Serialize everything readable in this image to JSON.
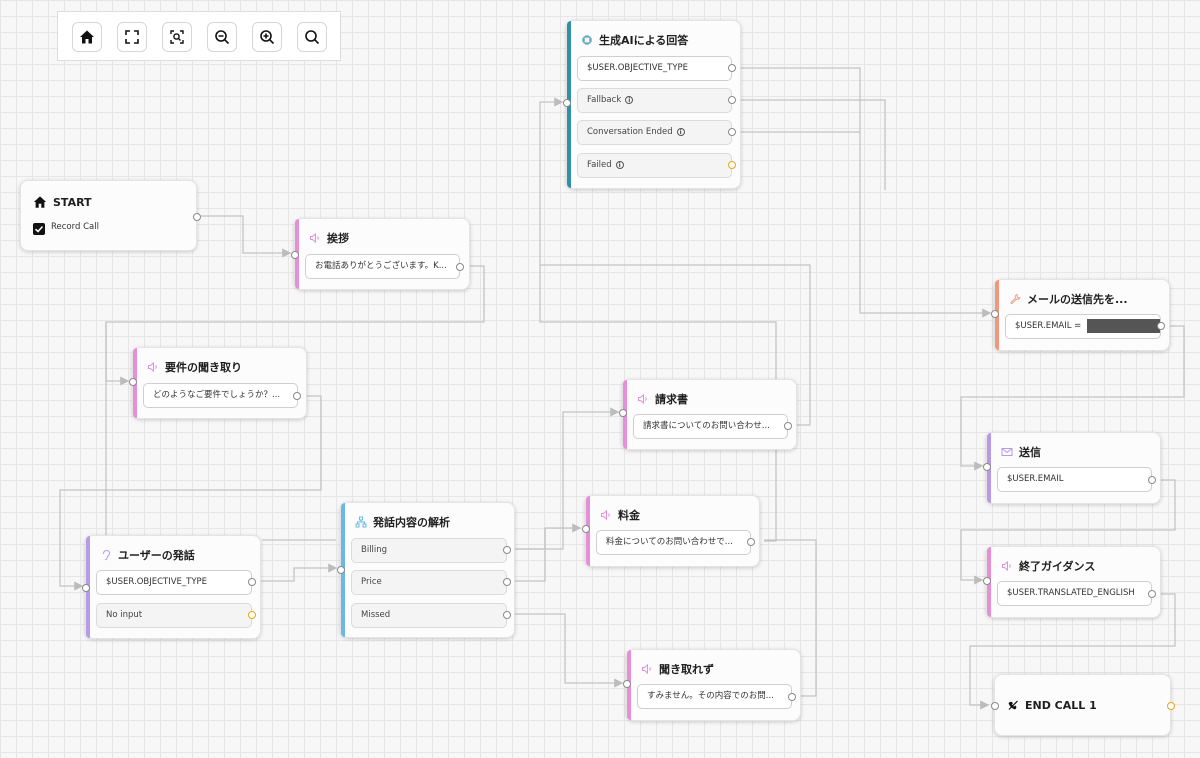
{
  "toolbar": {
    "buttons": [
      "home-icon",
      "fit-screen-icon",
      "focus-icon",
      "zoom-out-icon",
      "zoom-in-icon",
      "search-icon"
    ]
  },
  "colors": {
    "speak": "#e58fd8",
    "input": "#b89be6",
    "classify": "#6cb8e4",
    "ai": "#2f8fa8",
    "variable": "#f0977c",
    "email": "#b69ae6",
    "port_default": "#8a8a8a",
    "port_error": "#e6a817"
  },
  "nodes": {
    "start": {
      "title": "START",
      "record_call": "Record Call",
      "icon": "home-icon"
    },
    "greeting": {
      "title": "挨拶",
      "text": "お電話ありがとうございます。K...",
      "icon": "speaker-icon"
    },
    "ask": {
      "title": "要件の聞き取り",
      "text": "どのようなご要件でしょうか？...",
      "icon": "speaker-icon"
    },
    "user": {
      "title": "ユーザーの発話",
      "var": "$USER.OBJECTIVE_TYPE",
      "no_input": "No input",
      "icon": "ear-icon"
    },
    "classify": {
      "title": "発話内容の解析",
      "billing": "Billing",
      "price": "Price",
      "missed": "Missed",
      "icon": "branch-icon"
    },
    "invoice": {
      "title": "請求書",
      "text": "請求書についてのお問い合わせ...",
      "icon": "speaker-icon"
    },
    "fee": {
      "title": "料金",
      "text": "料金についてのお問い合わせで...",
      "icon": "speaker-icon"
    },
    "notheard": {
      "title": "聞き取れず",
      "text": "すみません。その内容でのお問...",
      "icon": "speaker-icon"
    },
    "genai": {
      "title": "生成AIによる回答",
      "var": "$USER.OBJECTIVE_TYPE",
      "fallback": "Fallback",
      "ended": "Conversation Ended",
      "failed": "Failed",
      "icon": "chip-icon"
    },
    "emailto": {
      "title": "メールの送信先を...",
      "var": "$USER.EMAIL = ",
      "icon": "wrench-icon"
    },
    "send": {
      "title": "送信",
      "var": "$USER.EMAIL",
      "icon": "mail-icon"
    },
    "endguide": {
      "title": "終了ガイダンス",
      "var": "$USER.TRANSLATED_ENGLISH",
      "icon": "speaker-icon"
    },
    "endcall": {
      "title": "END CALL 1",
      "icon": "phone-end-icon"
    }
  }
}
